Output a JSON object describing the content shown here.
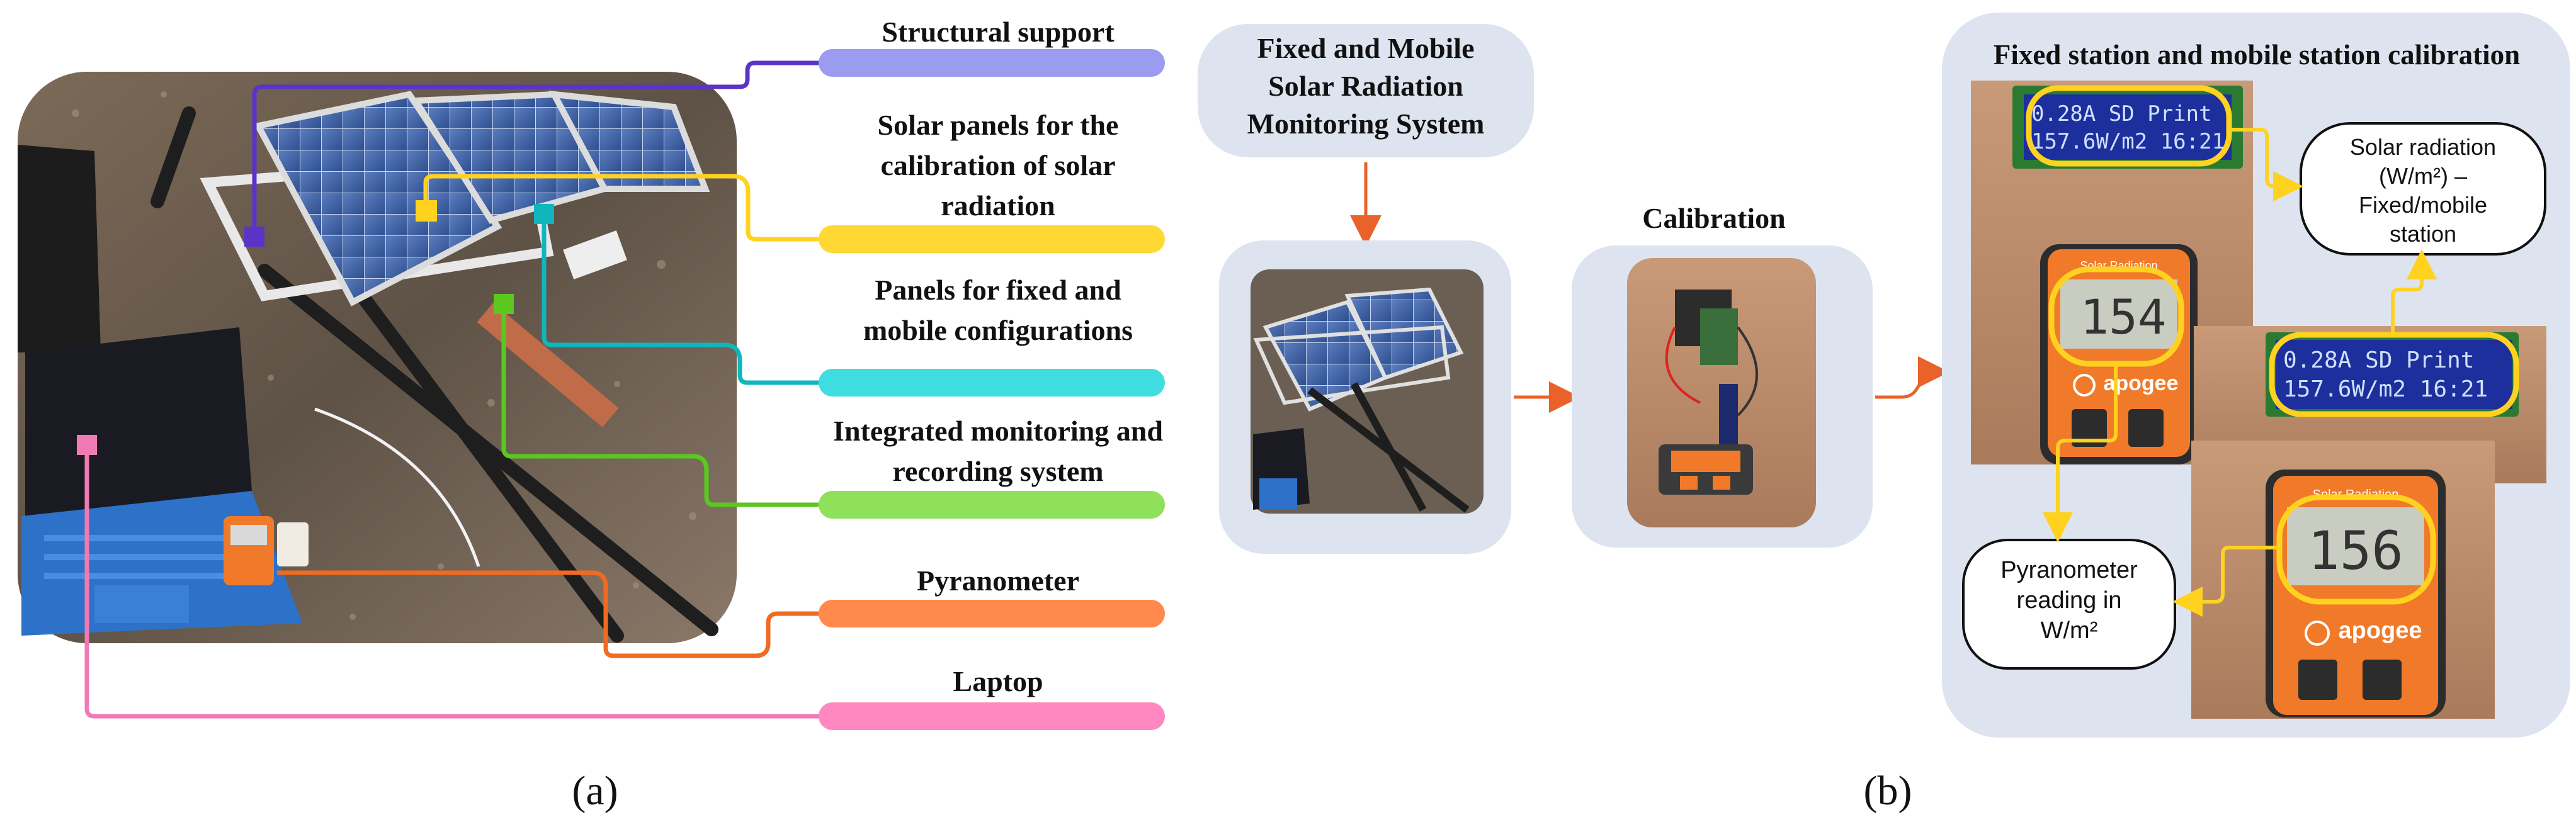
{
  "panel_a": {
    "caption": "(a)",
    "labels": [
      {
        "lines": [
          "Structural support"
        ],
        "color": "#9b9bef"
      },
      {
        "lines": [
          "Solar panels for the",
          "calibration of solar",
          "radiation"
        ],
        "color": "#ffd833"
      },
      {
        "lines": [
          "Panels for fixed and",
          "mobile configurations"
        ],
        "color": "#3fdde0"
      },
      {
        "lines": [
          "Integrated monitoring and",
          "recording system"
        ],
        "color": "#8fe05a"
      },
      {
        "lines": [
          "Pyranometer"
        ],
        "color": "#ff8a4c"
      },
      {
        "lines": [
          "Laptop"
        ],
        "color": "#ff88c0"
      }
    ]
  },
  "panel_b": {
    "caption": "(b)",
    "system_title": [
      "Fixed and Mobile",
      "Solar Radiation",
      "Monitoring System"
    ],
    "calibration_title": "Calibration",
    "station_title": "Fixed station and mobile station calibration",
    "callout_solar": [
      "Solar radiation",
      "(W/m²) –",
      "Fixed/mobile",
      "station"
    ],
    "callout_pyranometer": [
      "Pyranometer",
      "reading in",
      "W/m²"
    ],
    "lcd_lines": [
      "0.28A  SD Print",
      "157.6W/m2  16:21"
    ],
    "meter_readings": [
      "154",
      "156"
    ],
    "meter_brand": "apogee",
    "meter_label": "Solar Radiation"
  },
  "colors": {
    "accent_orange": "#e8622a",
    "box_fill": "#dde4ef",
    "highlight_yellow": "#ffd21f"
  }
}
